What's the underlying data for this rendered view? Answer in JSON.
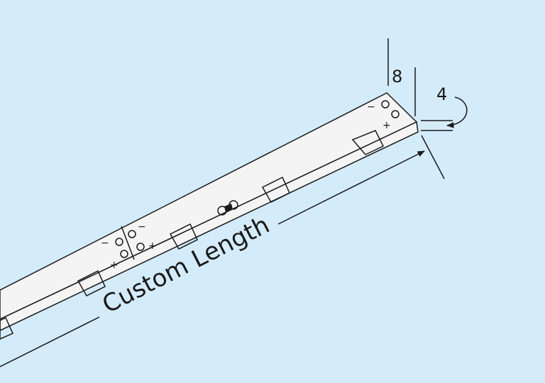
{
  "diagram": {
    "length_label": "Custom Length",
    "width_label": "8",
    "thickness_label": "4",
    "minus_sign": "−",
    "plus_sign": "+"
  },
  "colors": {
    "background": "#d4ebf9",
    "strip_fill": "#f4f4f4",
    "line": "#1a1a1a"
  }
}
